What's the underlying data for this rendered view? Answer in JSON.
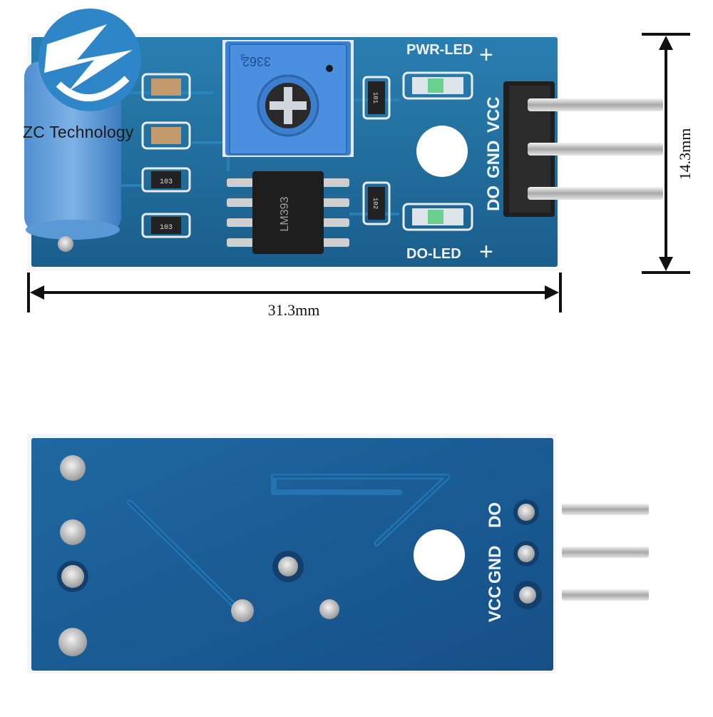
{
  "brand": {
    "name": "ZC Technology",
    "logo_color": "#2e86c9"
  },
  "dimensions": {
    "width_label": "31.3mm",
    "height_label": "14.3mm"
  },
  "front_board": {
    "pwr_led_label": "PWR-LED",
    "do_led_label": "DO-LED",
    "plus_label": "+",
    "pin_labels": [
      "DO",
      "GND",
      "VCC"
    ],
    "pot_code": "3362",
    "pot_mark": "3",
    "chip_marking": "LM393",
    "resistor_codes": [
      "103",
      "103",
      "101",
      "102"
    ],
    "pcb_color": "#1f6a98"
  },
  "back_board": {
    "pin_labels": [
      "VCC",
      "GND",
      "DO"
    ],
    "pcb_color": "#1c5f95"
  }
}
